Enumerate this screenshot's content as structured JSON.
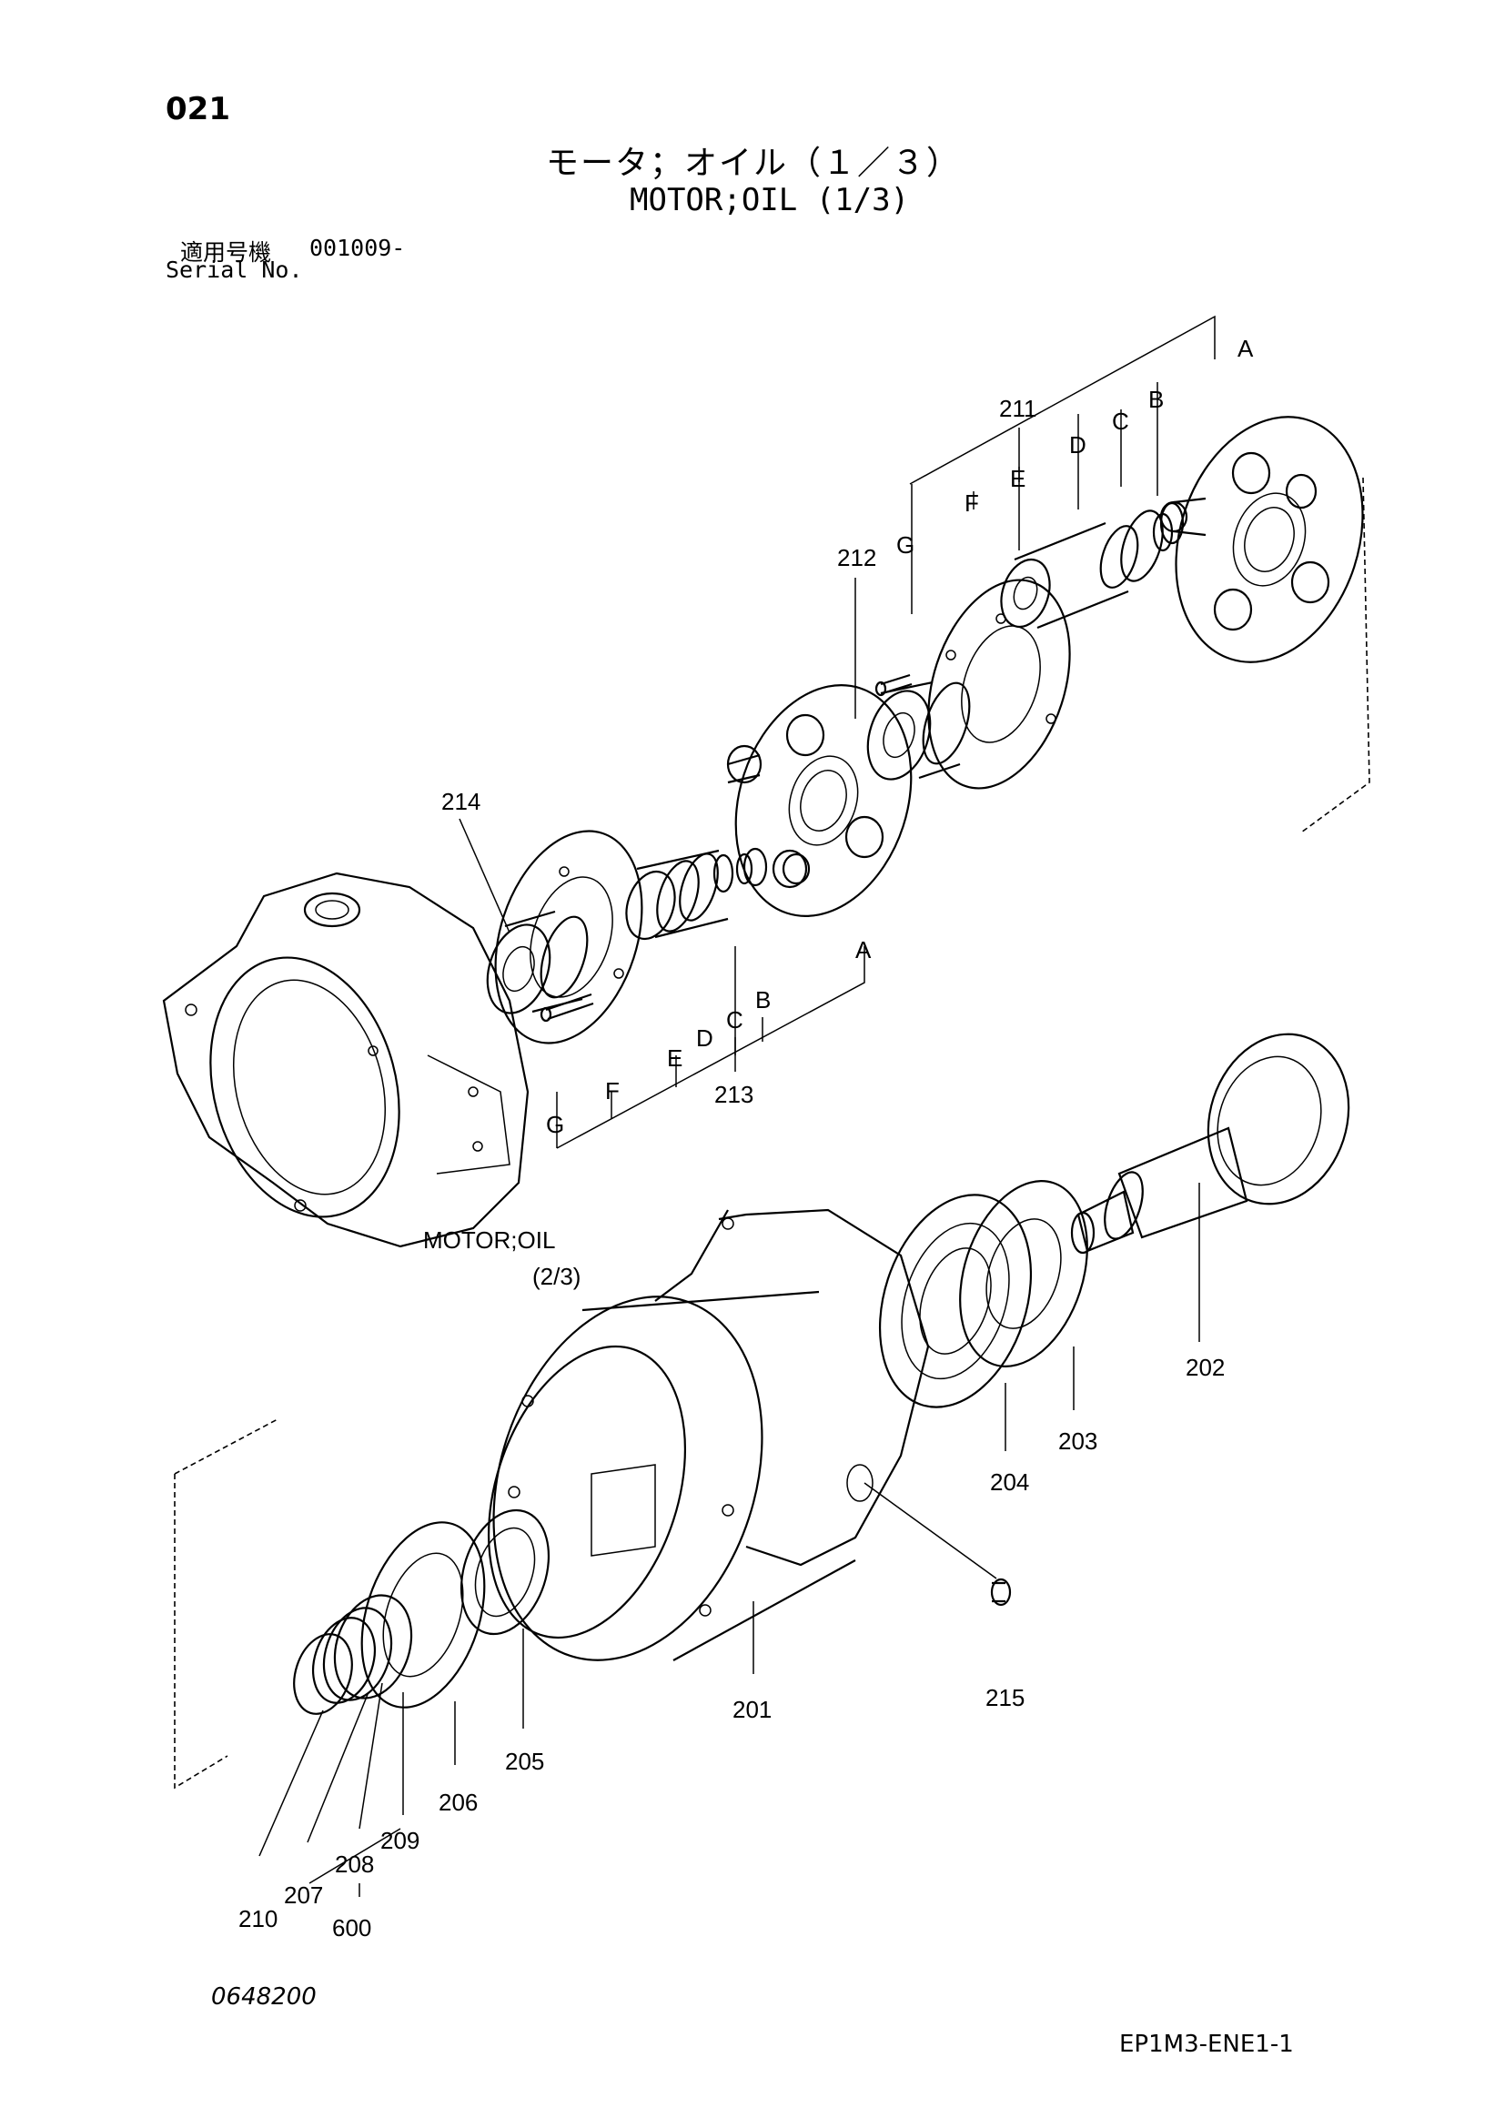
{
  "page": {
    "number": "021",
    "title_jp": "モータ；オイル（１／３）",
    "title_en": "MOTOR;OIL (1/3)",
    "serial_label_jp": "適用号機",
    "serial_value": "001009-",
    "serial_label_en": "Serial No.",
    "reference_code": "0648200",
    "catalog_code": "EP1M3-ENE1-1"
  },
  "callouts": {
    "p201": "201",
    "p202": "202",
    "p203": "203",
    "p204": "204",
    "p205": "205",
    "p206": "206",
    "p207": "207",
    "p208": "208",
    "p209": "209",
    "p210": "210",
    "p211": "211",
    "p212": "212",
    "p213": "213",
    "p214": "214",
    "p215": "215",
    "p600": "600"
  },
  "letters": {
    "A": "A",
    "B": "B",
    "C": "C",
    "D": "D",
    "E": "E",
    "F": "F",
    "G": "G"
  },
  "cross_ref": {
    "line1": "MOTOR;OIL",
    "line2": "(2/3)"
  }
}
